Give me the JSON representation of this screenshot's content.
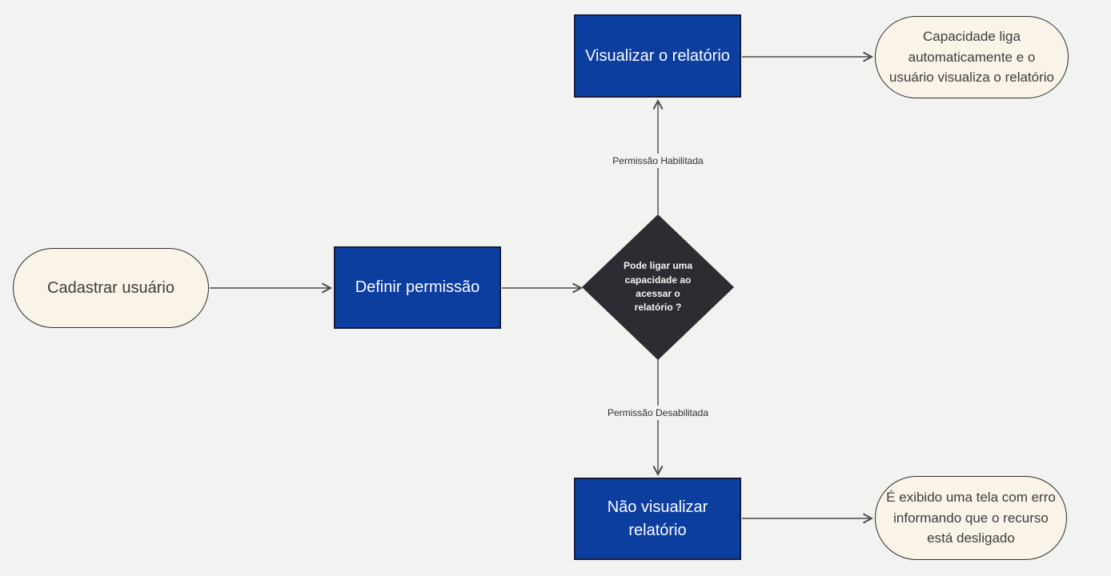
{
  "diagram": {
    "type": "flowchart",
    "nodes": {
      "start": {
        "label": "Cadastrar usuário",
        "shape": "terminal"
      },
      "define_permission": {
        "label": "Definir permissão",
        "shape": "process"
      },
      "decision": {
        "shape": "decision",
        "label": "Pode ligar uma capacidade ao acessar o relatório ?",
        "lines": [
          "Pode ligar uma",
          "capacidade ao",
          "acessar o",
          "relatório ?"
        ]
      },
      "view_report": {
        "label": "Visualizar o relatório",
        "shape": "process"
      },
      "capability_on": {
        "shape": "terminal",
        "label": "Capacidade liga automaticamente e o usuário visualiza o relatório",
        "lines": [
          "Capacidade liga",
          "automaticamente e o",
          "usuário visualiza o relatório"
        ]
      },
      "not_view_report": {
        "shape": "process",
        "label": "Não visualizar relatório",
        "lines": [
          "Não visualizar",
          "relatório"
        ]
      },
      "error_screen": {
        "shape": "terminal",
        "label": "É exibido uma tela com erro informando que o recurso está desligado",
        "lines": [
          "É exibido uma tela com erro",
          "informando que o recurso",
          "está desligado"
        ]
      }
    },
    "edge_labels": {
      "enabled": "Permissão Habilitada",
      "disabled": "Permissão Desabilitada"
    },
    "colors": {
      "background": "#f2f2f0",
      "process_fill": "#0c3e9f",
      "process_border": "#141b3f",
      "process_text": "#fcfcff",
      "terminal_fill": "#faf4e8",
      "terminal_border": "#2e2d29",
      "terminal_text": "#3d3d3d",
      "decision_fill": "#2b2d33",
      "decision_text": "#f5f5f5",
      "edge_stroke": "#4a4a4a",
      "edge_label_text": "#2f2f2f"
    }
  }
}
